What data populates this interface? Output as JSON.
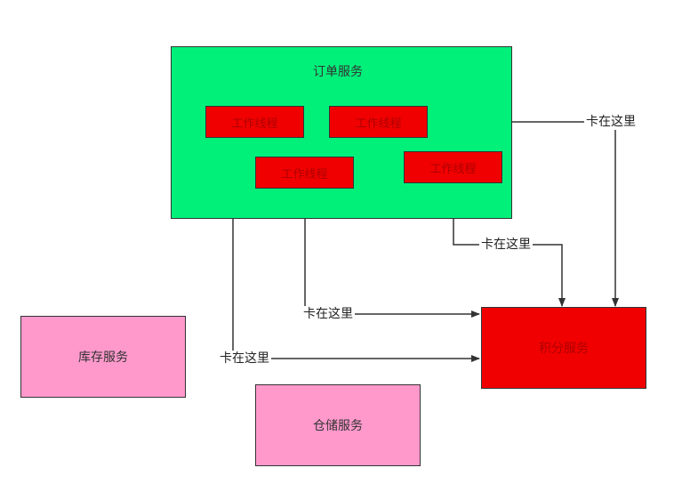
{
  "diagram": {
    "order_service": {
      "title": "订单服务",
      "fill": "#00f07a",
      "threads": [
        {
          "label": "工作线程"
        },
        {
          "label": "工作线程"
        },
        {
          "label": "工作线程"
        },
        {
          "label": "工作线程"
        }
      ],
      "thread_fill": "#f00000"
    },
    "inventory_service": {
      "label": "库存服务",
      "fill": "#ff99cc"
    },
    "warehouse_service": {
      "label": "仓储服务",
      "fill": "#ff99cc"
    },
    "points_service": {
      "label": "积分服务",
      "fill": "#f00000"
    },
    "stuck_labels": [
      {
        "text": "卡在这里"
      },
      {
        "text": "卡在这里"
      },
      {
        "text": "卡在这里"
      },
      {
        "text": "卡在这里"
      }
    ]
  }
}
